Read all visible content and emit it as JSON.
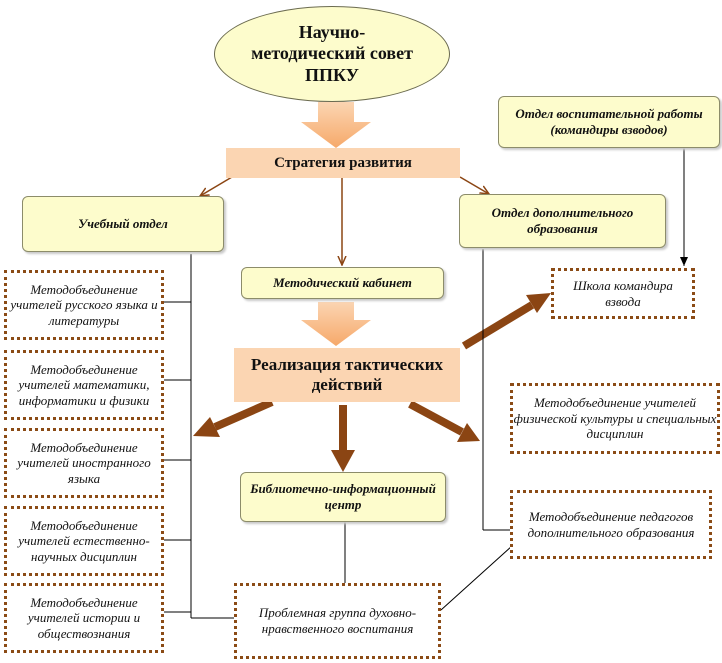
{
  "colors": {
    "yellow_fill": "#fdfccc",
    "peach_fill": "#fbd5b2",
    "arrow_brown": "#8b4513",
    "dotted_border": "#8b4b16",
    "big_arrow_fill": "#f8ba86"
  },
  "council": "Научно-методический совет ППКУ",
  "strategy": "Стратегия развития",
  "academic_dept": "Учебный отдел",
  "additional_edu_dept": "Отдел дополнительного образования",
  "education_dept": "Отдел воспитательной работы (командиры взводов)",
  "methodical_cabinet": "Методический кабинет",
  "tactics": "Реализация тактических действий",
  "library_center": "Библиотечно-информационный центр",
  "platoon_school": "Школа командира взвода",
  "problem_group": "Проблемная группа духовно-нравственного воспитания",
  "left_associations": [
    "Методобъединение учителей русского языка и литературы",
    "Методобъединение учителей математики, информатики и физики",
    "Методобъединение учителей иностранного языка",
    "Методобъединение учителей естественно-научных дисциплин",
    "Методобъединение учителей истории и обществознания"
  ],
  "pe_association": "Методобъединение учителей физической культуры и специальных дисциплин",
  "addedu_association": "Методобъединение педагогов дополнительного образования"
}
